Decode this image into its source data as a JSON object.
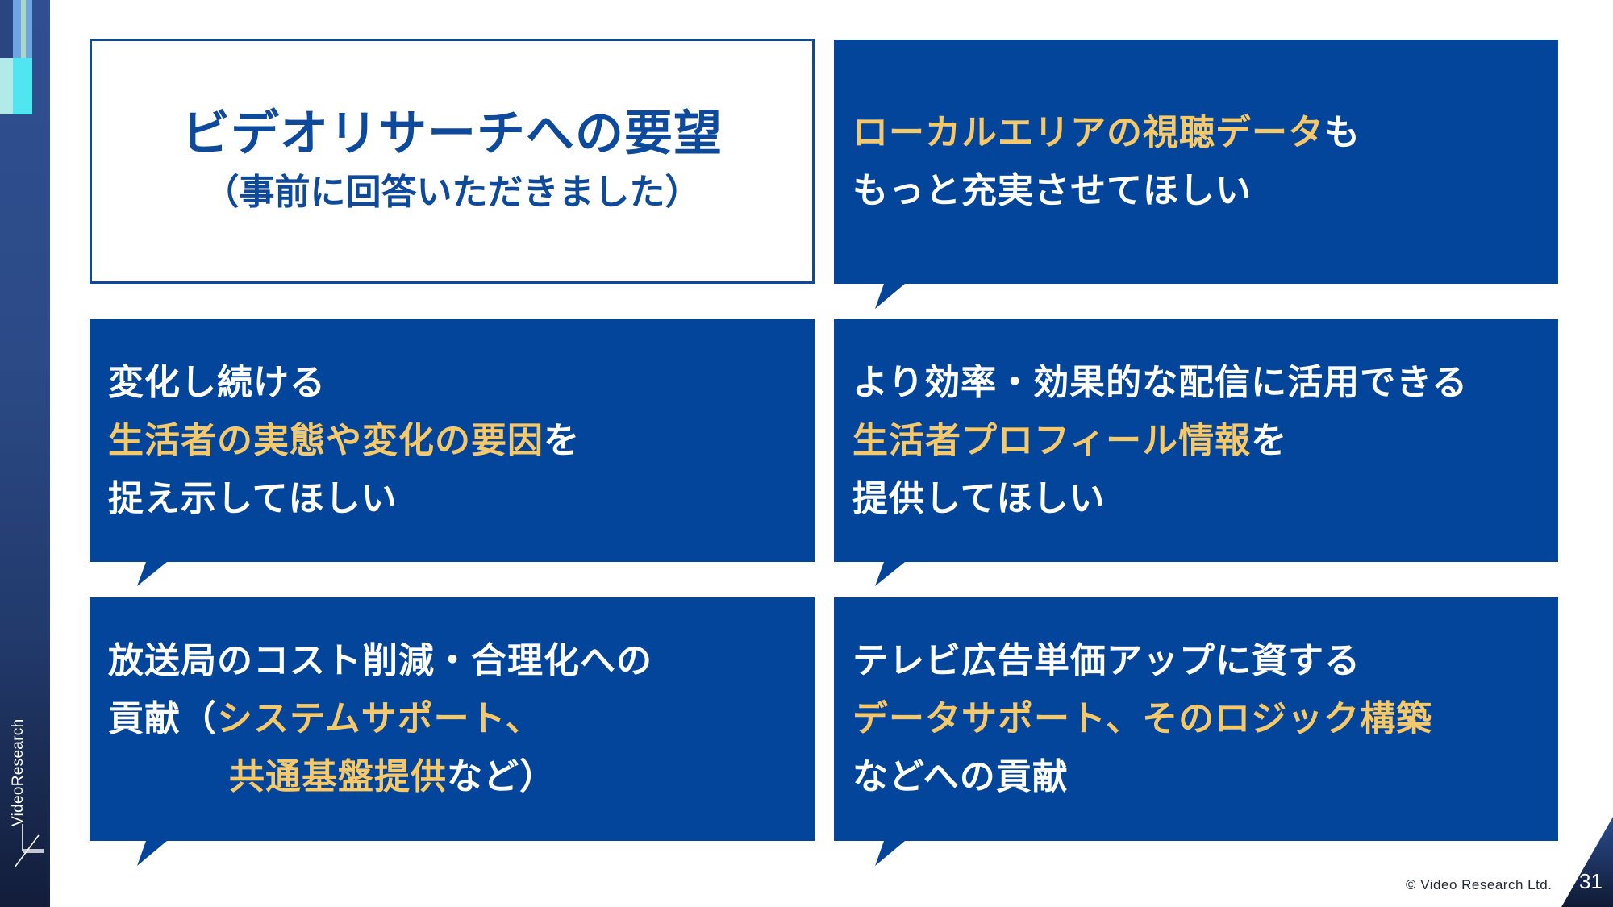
{
  "slide": {
    "title": "ビデオリサーチへの要望",
    "subtitle": "（事前に回答いただきました）",
    "page_number": "31",
    "footer": "© Video Research Ltd.",
    "brand": "VideoResearch"
  },
  "colors": {
    "primary_blue": "#03459a",
    "title_blue": "#0e4a9c",
    "highlight_yellow": "#f5c86a",
    "text_white": "#ffffff"
  },
  "bubbles": [
    {
      "lines": [
        {
          "hl": "ローカルエリアの視聴データ",
          "tail": "も"
        },
        {
          "plain": "もっと充実させてほしい"
        }
      ]
    },
    {
      "lines": [
        {
          "plain": "変化し続ける"
        },
        {
          "hl": "生活者の実態や変化の要因",
          "tail": "を"
        },
        {
          "plain": "捉え示してほしい"
        }
      ]
    },
    {
      "lines": [
        {
          "plain": "より効率・効果的な配信に活用できる"
        },
        {
          "hl": "生活者プロフィール情報",
          "tail": "を"
        },
        {
          "plain": "提供してほしい"
        }
      ]
    },
    {
      "lines": [
        {
          "plain": "放送局のコスト削減・合理化への"
        },
        {
          "head": "貢献（",
          "hl": "システムサポート、"
        },
        {
          "hl": "共通基盤提供",
          "tail": "など）"
        }
      ]
    },
    {
      "lines": [
        {
          "plain": "テレビ広告単価アップに資する"
        },
        {
          "hl": "データサポート、そのロジック構築"
        },
        {
          "plain": "などへの貢献"
        }
      ]
    }
  ]
}
